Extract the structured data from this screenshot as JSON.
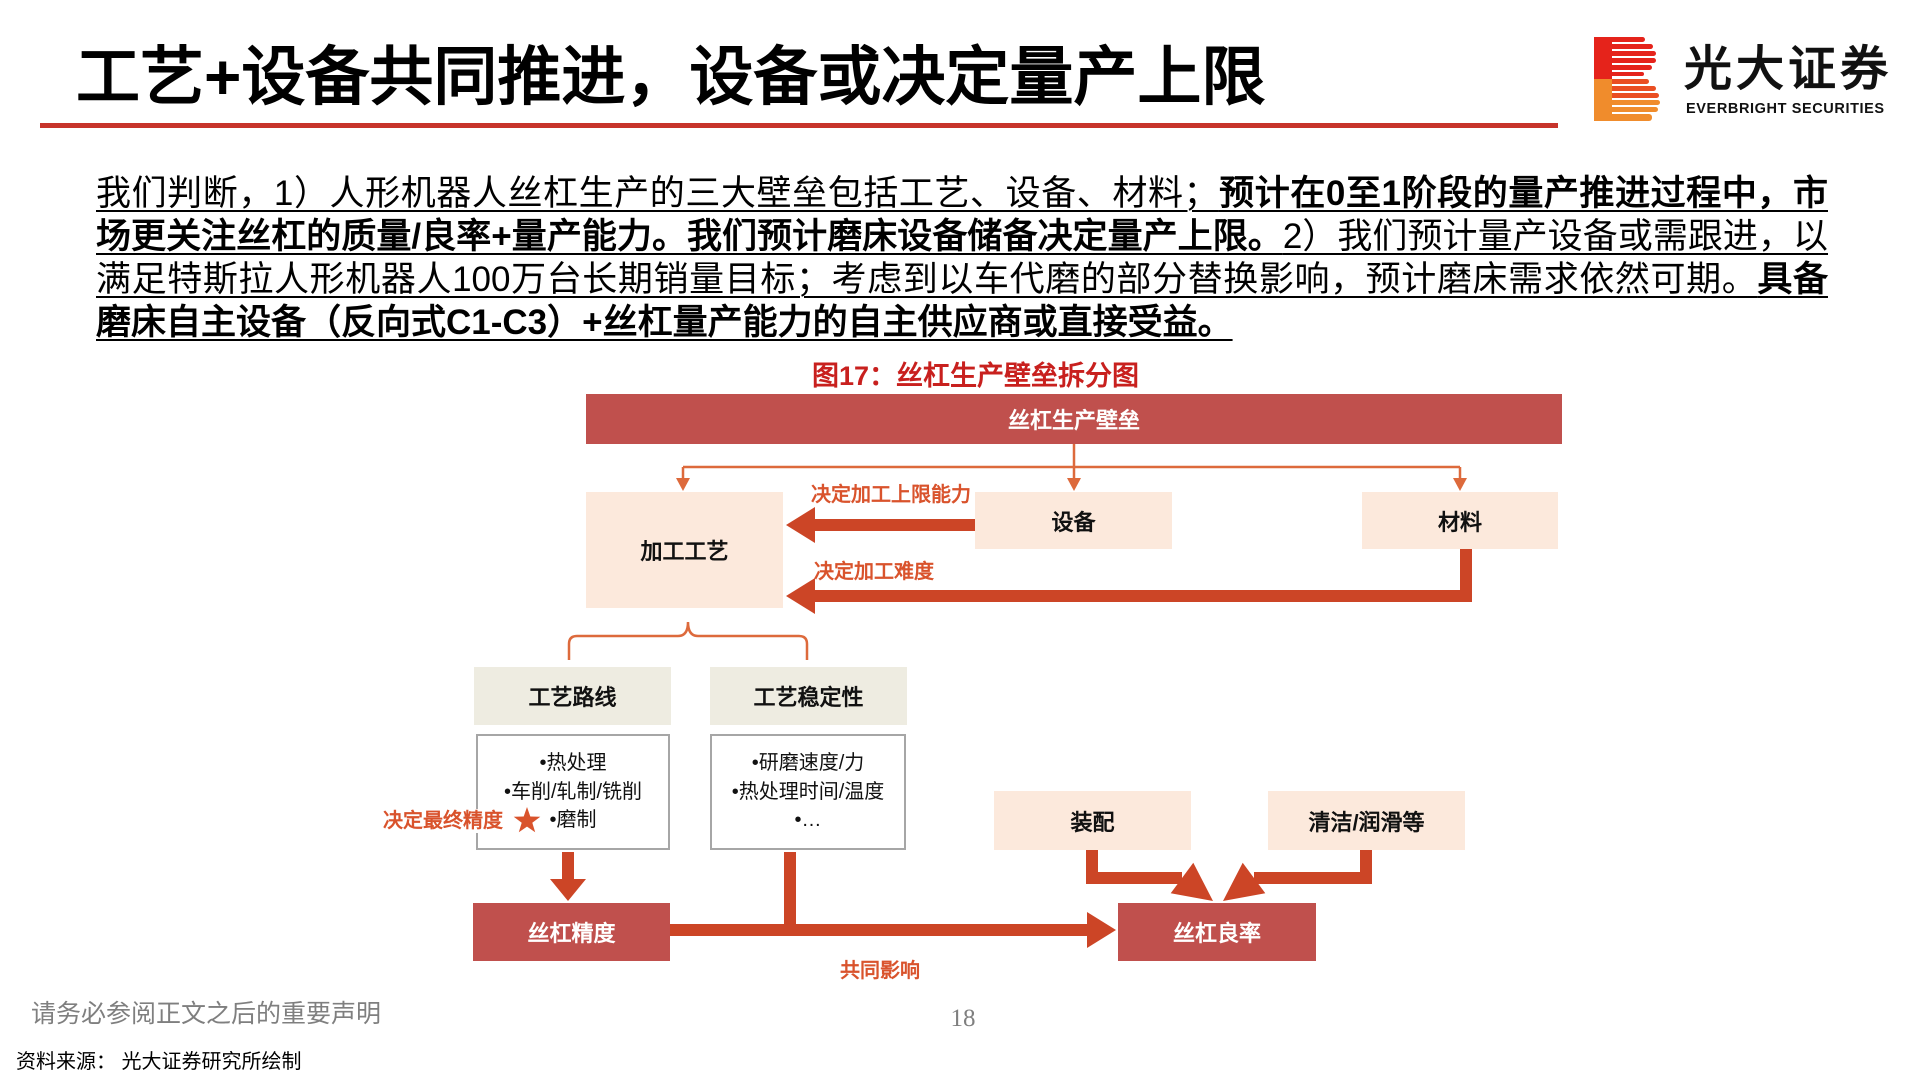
{
  "slide": {
    "title": "工艺+设备共同推进，设备或决定量产上限",
    "disclaimer": "请务必参阅正文之后的重要声明",
    "page_number": "18",
    "source": "资料来源： 光大证券研究所绘制"
  },
  "brand": {
    "name_cn": "光大证券",
    "name_en": "EVERBRIGHT SECURITIES",
    "logo_icon": "everbright-logo-icon"
  },
  "summary": {
    "segments": [
      {
        "text": "我们判断，1）人形机器人丝杠生产的三大壁垒包括工艺、设备、材料；",
        "bold": false
      },
      {
        "text": "预计在0至1阶段的量产推进过程中，市场更关注丝杠的质量/良率+量产能力。我们预计磨床设备储备决定量产上限。",
        "bold": true
      },
      {
        "text": "2）我们预计量产设备或需跟进，以满足特斯拉人形机器人100万台长期销量目标；考虑到以车代磨的部分替换影响，预计磨床需求依然可期。",
        "bold": false
      },
      {
        "text": "具备磨床自主设备（反向式C1-C3）+丝杠量产能力的自主供应商或直接受益。",
        "bold": true
      }
    ]
  },
  "diagram": {
    "caption": "图17：丝杠生产壁垒拆分图",
    "root": "丝杠生产壁垒",
    "barriers": {
      "process": "加工工艺",
      "equipment": "设备",
      "material": "材料"
    },
    "edge_labels": {
      "equipment_to_process": "决定加工上限能力",
      "material_to_process": "决定加工难度",
      "final_precision": "决定最终精度",
      "joint_effect": "共同影响"
    },
    "process_aspects": [
      {
        "title": "工艺路线",
        "items": [
          "•热处理",
          "•车削/轧制/铣削",
          "•磨制"
        ]
      },
      {
        "title": "工艺稳定性",
        "items": [
          "•研磨速度/力",
          "•热处理时间/温度",
          "•…"
        ]
      }
    ],
    "yield_factors": [
      "装配",
      "清洁/润滑等"
    ],
    "outcomes": {
      "precision": "丝杠精度",
      "yield": "丝杠良率"
    },
    "precision_marker_icon": "star-icon"
  },
  "colors": {
    "title_rule": "#C7342B",
    "caption_text": "#C8201E",
    "dark_box": "#C0504D",
    "light_box": "#FCE9DC",
    "neutral_box": "#EEECE1",
    "list_border": "#A6A6A6",
    "arrow": "#CC4526",
    "connector": "#DD6A3C",
    "edge_label": "#D9532C",
    "footer_text": "#7F7F7F",
    "logo_red": "#E5231B",
    "logo_mid": "#EA4E22",
    "logo_orange": "#F08C2C"
  }
}
